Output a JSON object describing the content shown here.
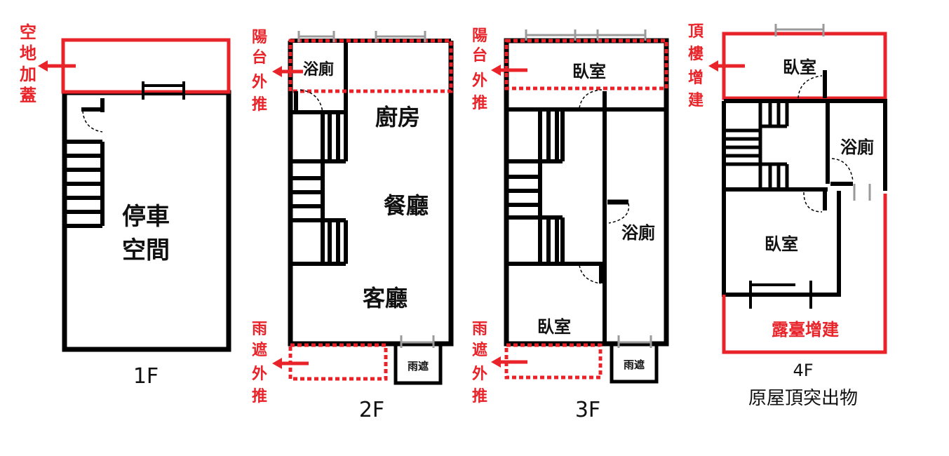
{
  "floors": {
    "f1": {
      "label": "1F",
      "rooms": {
        "parking_line1": "停車",
        "parking_line2": "空間"
      },
      "notes": {
        "vacant_land": [
          "空",
          "地",
          "加",
          "蓋"
        ]
      }
    },
    "f2": {
      "label": "2F",
      "rooms": {
        "bathroom": "浴廁",
        "kitchen": "廚房",
        "dining": "餐廳",
        "living": "客廳",
        "awning": "雨遮"
      },
      "notes": {
        "balcony": [
          "陽",
          "台",
          "外",
          "推"
        ],
        "awning": [
          "雨",
          "遮",
          "外",
          "推"
        ]
      }
    },
    "f3": {
      "label": "3F",
      "rooms": {
        "bedroom_top": "臥室",
        "bathroom": "浴廁",
        "bedroom_bottom": "臥室",
        "awning": "雨遮"
      },
      "notes": {
        "balcony": [
          "陽",
          "台",
          "外",
          "推"
        ],
        "awning": [
          "雨",
          "遮",
          "外",
          "推"
        ]
      }
    },
    "f4": {
      "label": "4F",
      "sublabel": "原屋頂突出物",
      "rooms": {
        "bedroom_top": "臥室",
        "bathroom": "浴廁",
        "bedroom_mid": "臥室",
        "terrace": "露臺增建"
      },
      "notes": {
        "roof": [
          "頂",
          "樓",
          "增",
          "建"
        ]
      }
    }
  },
  "colors": {
    "wall": "#000000",
    "addition": "#e8242a",
    "window": "#9a9a9a"
  }
}
